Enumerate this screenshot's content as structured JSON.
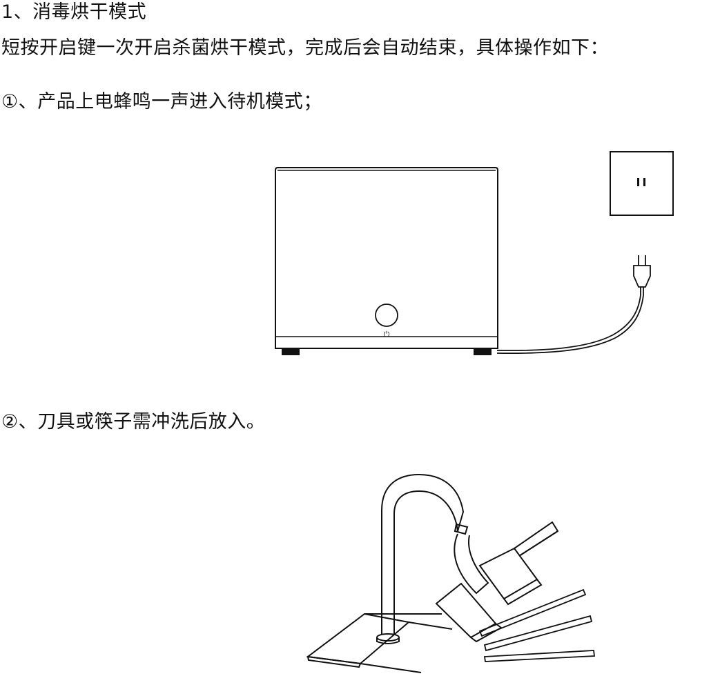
{
  "section": {
    "heading": "1、消毒烘干模式",
    "intro": "短按开启键一次开启杀菌烘干模式，完成后会自动结束，具体操作如下：",
    "steps": [
      {
        "text": "①、产品上电蜂鸣一声进入待机模式；"
      },
      {
        "text": "②、刀具或筷子需冲洗后放入。"
      }
    ]
  },
  "illustrations": {
    "device": {
      "power_symbol": "⏻"
    }
  }
}
